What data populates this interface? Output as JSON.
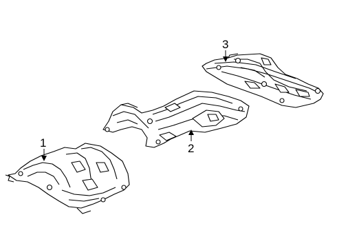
{
  "diagram": {
    "parts": [
      {
        "callout": "1"
      },
      {
        "callout": "2"
      },
      {
        "callout": "3"
      }
    ]
  }
}
